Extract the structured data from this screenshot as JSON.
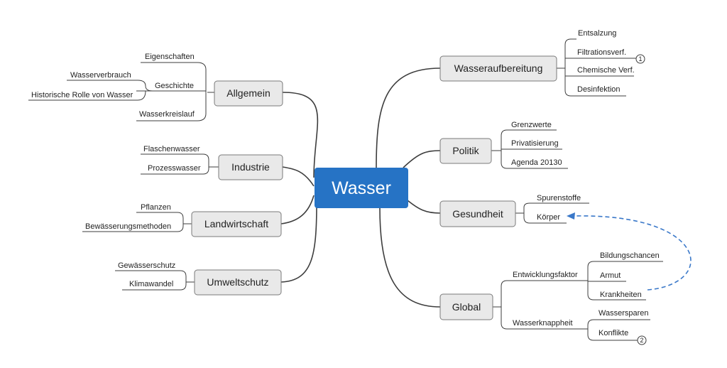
{
  "center": {
    "label": "Wasser",
    "color": "#2673c5"
  },
  "relation_color": "#3a78c9",
  "branches": {
    "allgemein": {
      "label": "Allgemein",
      "items": {
        "eigenschaften": "Eigenschaften",
        "geschichte": "Geschichte",
        "wasserverbrauch": "Wasserverbrauch",
        "historische_rolle": "Historische Rolle von Wasser",
        "wasserkreislauf": "Wasserkreislauf"
      }
    },
    "industrie": {
      "label": "Industrie",
      "items": {
        "flaschenwasser": "Flaschenwasser",
        "prozesswasser": "Prozesswasser"
      }
    },
    "landwirtschaft": {
      "label": "Landwirtschaft",
      "items": {
        "pflanzen": "Pflanzen",
        "bewaesserung": "Bewässerungsmethoden"
      }
    },
    "umweltschutz": {
      "label": "Umweltschutz",
      "items": {
        "gewaesserschutz": "Gewässerschutz",
        "klimawandel": "Klimawandel"
      }
    },
    "wasseraufbereitung": {
      "label": "Wasseraufbereitung",
      "items": {
        "entsalzung": "Entsalzung",
        "filtration": "Filtrationsverf.",
        "chemisch": "Chemische Verf.",
        "desinfektion": "Desinfektion"
      },
      "badge": "1"
    },
    "politik": {
      "label": "Politik",
      "items": {
        "grenzwerte": "Grenzwerte",
        "privatisierung": "Privatisierung",
        "agenda": "Agenda 20130"
      }
    },
    "gesundheit": {
      "label": "Gesundheit",
      "items": {
        "spurenstoffe": "Spurenstoffe",
        "koerper": "Körper"
      }
    },
    "global": {
      "label": "Global",
      "entwicklung": {
        "label": "Entwicklungsfaktor",
        "items": {
          "bildung": "Bildungschancen",
          "armut": "Armut",
          "krankheiten": "Krankheiten"
        }
      },
      "knappheit": {
        "label": "Wasserknappheit",
        "items": {
          "wassersparen": "Wassersparen",
          "konflikte": "Konflikte"
        },
        "badge": "2"
      }
    }
  }
}
